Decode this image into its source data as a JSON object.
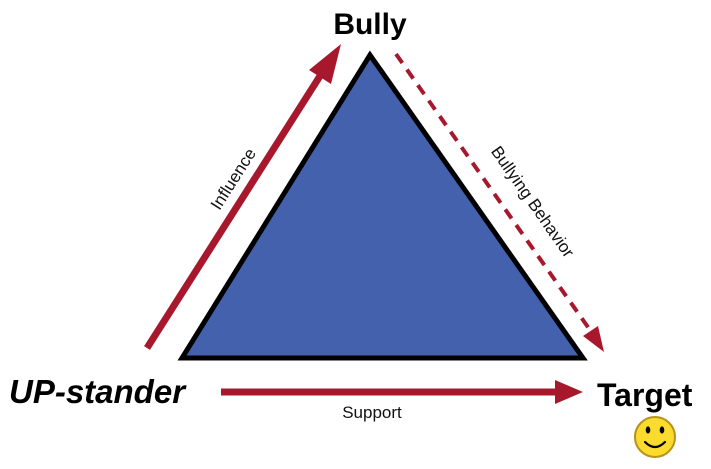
{
  "diagram": {
    "nodes": {
      "top": "Bully",
      "left": "UP-stander",
      "right": "Target"
    },
    "edges": {
      "influence": "Influence",
      "bullying": "Bullying Behavior",
      "support": "Support"
    },
    "colors": {
      "triangle_fill": "#4361ad",
      "triangle_stroke": "#000000",
      "arrow": "#a8182d",
      "smiley_face": "#fadb2e",
      "smiley_outline": "#b8921a"
    },
    "icons": {
      "target_badge": "smiley-face-icon"
    }
  }
}
